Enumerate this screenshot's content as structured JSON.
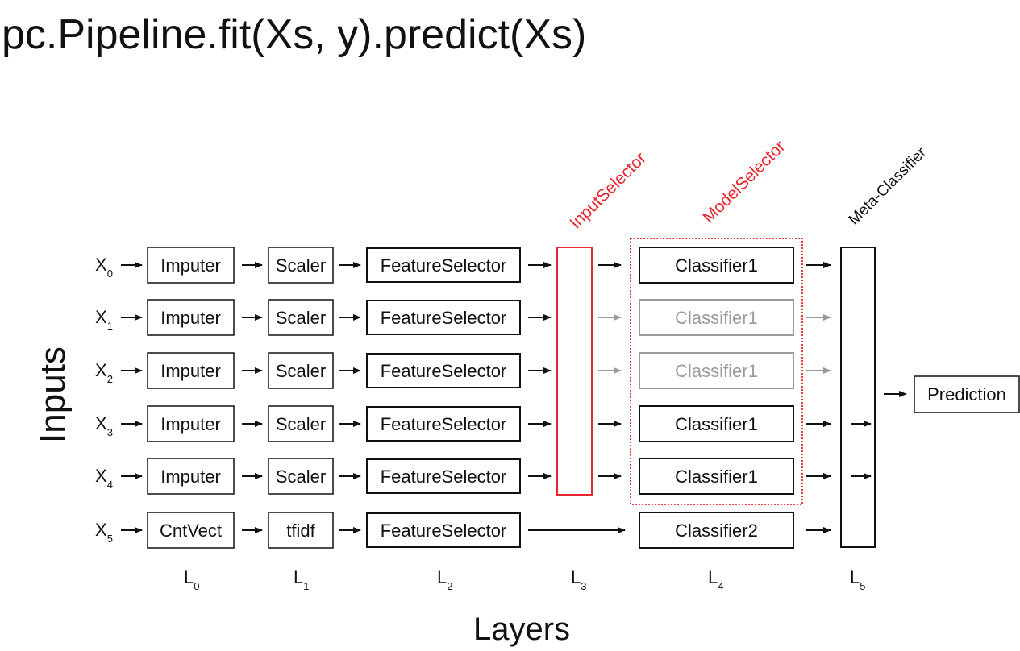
{
  "title": "pc.Pipeline.fit(Xs,  y).predict(Xs)",
  "y_axis_label": "Inputs",
  "x_axis_label": "Layers",
  "colors": {
    "ink": "#111111",
    "highlight": "#e8262f",
    "disabled": "#9a9a9a"
  },
  "rows": [
    {
      "input": {
        "base": "X",
        "sub": "0"
      },
      "l0": "Imputer",
      "l1": "Scaler",
      "l2": "FeatureSelector",
      "l4": "Classifier1",
      "active": true,
      "passes_selector": true
    },
    {
      "input": {
        "base": "X",
        "sub": "1"
      },
      "l0": "Imputer",
      "l1": "Scaler",
      "l2": "FeatureSelector",
      "l4": "Classifier1",
      "active": false,
      "passes_selector": true
    },
    {
      "input": {
        "base": "X",
        "sub": "2"
      },
      "l0": "Imputer",
      "l1": "Scaler",
      "l2": "FeatureSelector",
      "l4": "Classifier1",
      "active": false,
      "passes_selector": true
    },
    {
      "input": {
        "base": "X",
        "sub": "3"
      },
      "l0": "Imputer",
      "l1": "Scaler",
      "l2": "FeatureSelector",
      "l4": "Classifier1",
      "active": true,
      "passes_selector": true
    },
    {
      "input": {
        "base": "X",
        "sub": "4"
      },
      "l0": "Imputer",
      "l1": "Scaler",
      "l2": "FeatureSelector",
      "l4": "Classifier1",
      "active": true,
      "passes_selector": true
    },
    {
      "input": {
        "base": "X",
        "sub": "5"
      },
      "l0": "CntVect",
      "l1": "tfidf",
      "l2": "FeatureSelector",
      "l4": "Classifier2",
      "active": true,
      "passes_selector": false
    }
  ],
  "layers": [
    {
      "base": "L",
      "sub": "0"
    },
    {
      "base": "L",
      "sub": "1"
    },
    {
      "base": "L",
      "sub": "2"
    },
    {
      "base": "L",
      "sub": "3"
    },
    {
      "base": "L",
      "sub": "4"
    },
    {
      "base": "L",
      "sub": "5"
    }
  ],
  "input_selector_label": "InputSelector",
  "model_selector_label": "ModelSelector",
  "meta_classifier_label": "Meta-Classifier",
  "prediction_label": "Prediction"
}
